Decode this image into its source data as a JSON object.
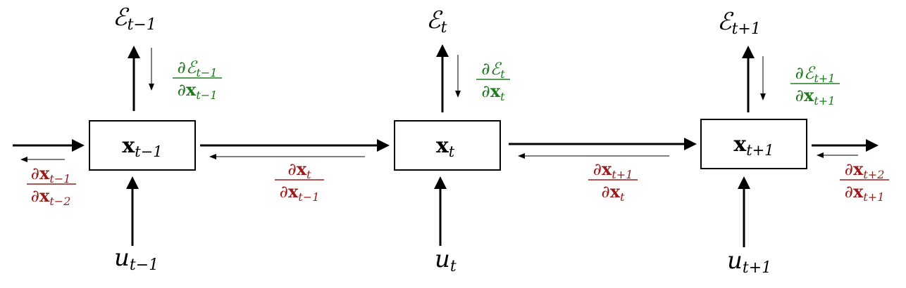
{
  "colors": {
    "ink": "#000000",
    "forward_gradient": "#1f7a1f",
    "backward_gradient": "#9b1b1b"
  },
  "steps": [
    {
      "state": {
        "base": "x",
        "sub": "t−1"
      },
      "error": {
        "base": "ℰ",
        "sub": "t−1"
      },
      "input": {
        "base": "u",
        "sub": "t−1"
      },
      "error_grad": {
        "num": {
          "d": "∂",
          "base": "ℰ",
          "sub": "t−1"
        },
        "den": {
          "d": "∂",
          "base": "x",
          "sub": "t−1"
        }
      }
    },
    {
      "state": {
        "base": "x",
        "sub": "t"
      },
      "error": {
        "base": "ℰ",
        "sub": "t"
      },
      "input": {
        "base": "u",
        "sub": "t"
      },
      "error_grad": {
        "num": {
          "d": "∂",
          "base": "ℰ",
          "sub": "t"
        },
        "den": {
          "d": "∂",
          "base": "x",
          "sub": "t"
        }
      }
    },
    {
      "state": {
        "base": "x",
        "sub": "t+1"
      },
      "error": {
        "base": "ℰ",
        "sub": "t+1"
      },
      "input": {
        "base": "u",
        "sub": "t+1"
      },
      "error_grad": {
        "num": {
          "d": "∂",
          "base": "ℰ",
          "sub": "t+1"
        },
        "den": {
          "d": "∂",
          "base": "x",
          "sub": "t+1"
        }
      }
    }
  ],
  "transitions": [
    {
      "num": {
        "d": "∂",
        "base": "x",
        "sub": "t−1"
      },
      "den": {
        "d": "∂",
        "base": "x",
        "sub": "t−2"
      }
    },
    {
      "num": {
        "d": "∂",
        "base": "x",
        "sub": "t"
      },
      "den": {
        "d": "∂",
        "base": "x",
        "sub": "t−1"
      }
    },
    {
      "num": {
        "d": "∂",
        "base": "x",
        "sub": "t+1"
      },
      "den": {
        "d": "∂",
        "base": "x",
        "sub": "t"
      }
    },
    {
      "num": {
        "d": "∂",
        "base": "x",
        "sub": "t+2"
      },
      "den": {
        "d": "∂",
        "base": "x",
        "sub": "t+1"
      }
    }
  ]
}
